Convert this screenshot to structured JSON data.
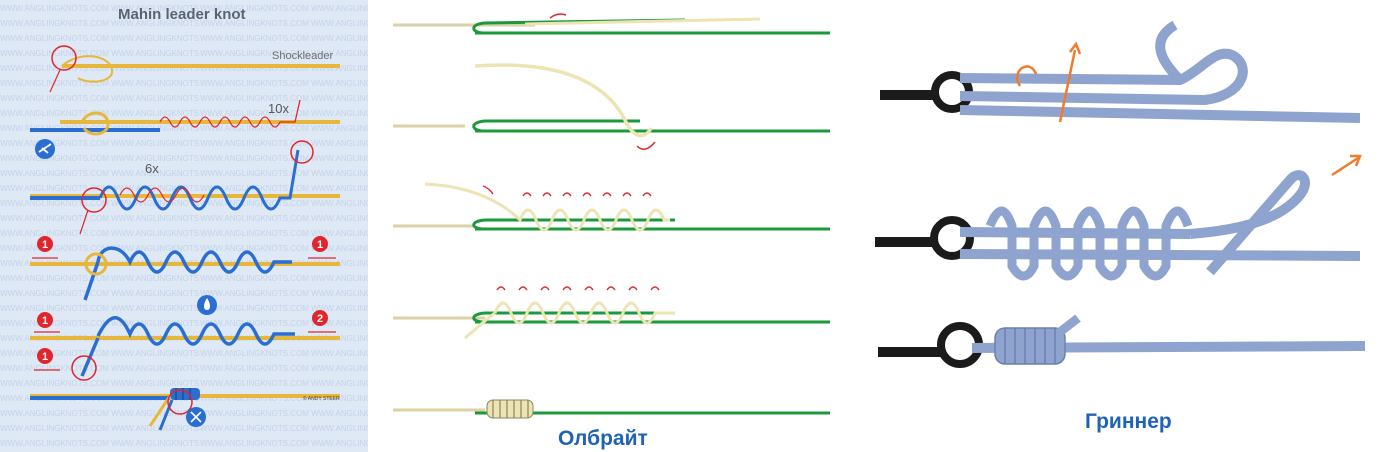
{
  "mahin": {
    "title": "Mahin leader knot",
    "shockleader_label": "Shockleader",
    "turns_10x": "10x",
    "turns_6x": "6x",
    "step_badge_1": "1",
    "step_badge_2": "2",
    "watermark_text": "WWW.ANGLINGKNOTS.COM",
    "credit": "© ANDY STEER"
  },
  "albright": {
    "caption": "Олбрайт"
  },
  "grinner": {
    "caption": "Гриннер"
  },
  "colors": {
    "mahin_bg": "#dfe9f6",
    "leader_yellow": "#e7b73c",
    "main_blue": "#2a6ed1",
    "tag_red": "#e0262b",
    "albright_green": "#1a9a3a",
    "albright_cream": "#ece4b2",
    "grinner_blue": "#8fa3cf",
    "ring_black": "#1b1b1b",
    "arrow_orange": "#f07b2a",
    "caption_blue": "#1f63b5"
  }
}
